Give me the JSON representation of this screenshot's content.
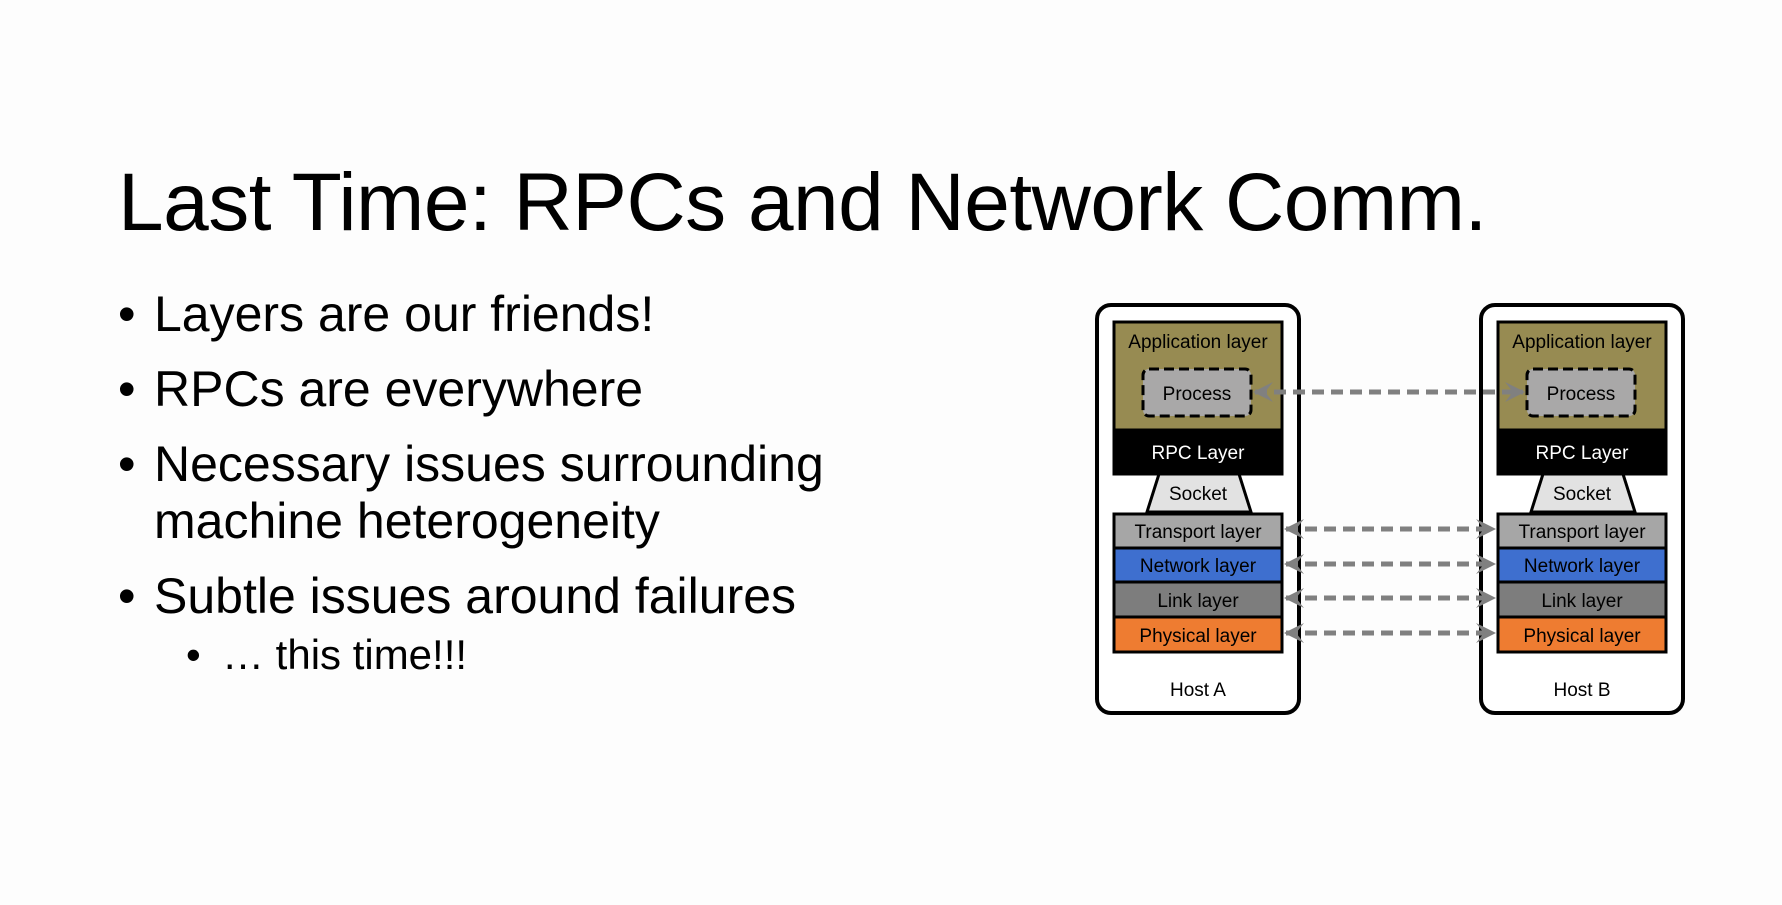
{
  "slide": {
    "title": "Last Time: RPCs and Network Comm.",
    "bullets": [
      "Layers are our friends!",
      "RPCs are everywhere",
      "Necessary issues surrounding machine heterogeneity",
      "Subtle issues around failures"
    ],
    "sub_bullet": "… this time!!!",
    "bullet_glyph": "•"
  },
  "diagram": {
    "host_a": {
      "name": "Host A",
      "application_layer": "Application layer",
      "process": "Process",
      "rpc_layer": "RPC Layer",
      "socket": "Socket",
      "transport_layer": "Transport layer",
      "network_layer": "Network layer",
      "link_layer": "Link layer",
      "physical_layer": "Physical layer"
    },
    "host_b": {
      "name": "Host B",
      "application_layer": "Application layer",
      "process": "Process",
      "rpc_layer": "RPC Layer",
      "socket": "Socket",
      "transport_layer": "Transport layer",
      "network_layer": "Network layer",
      "link_layer": "Link layer",
      "physical_layer": "Physical layer"
    },
    "colors": {
      "application": "#978b52",
      "process": "#a9a8a8",
      "rpc": "#000000",
      "socket": "#e2e2e2",
      "transport": "#a6a6a6",
      "network": "#3e6fcf",
      "link": "#7d7d7d",
      "physical": "#ee7c31",
      "arrow": "#808080"
    }
  }
}
